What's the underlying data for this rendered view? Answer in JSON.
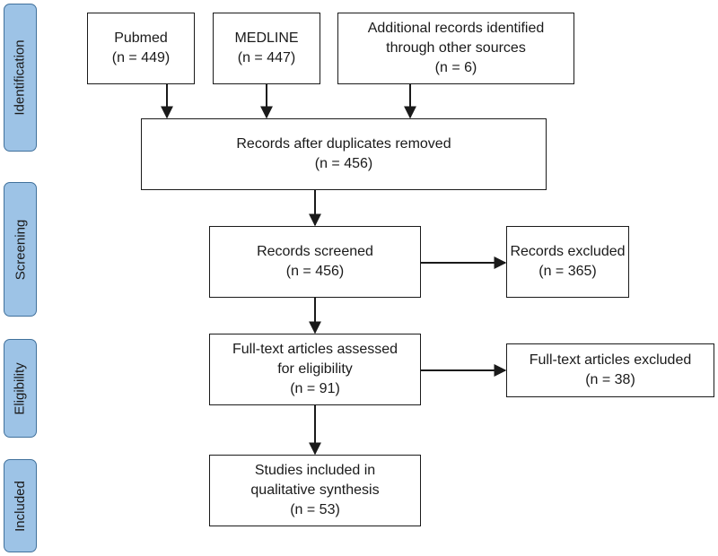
{
  "phases": {
    "identification": "Identification",
    "screening": "Screening",
    "eligibility": "Eligibility",
    "included": "Included"
  },
  "boxes": {
    "pubmed": {
      "title": "Pubmed",
      "count": "(n = 449)"
    },
    "medline": {
      "title": "MEDLINE",
      "count": "(n = 447)"
    },
    "other_sources": {
      "line1": "Additional records identified",
      "line2": "through other sources",
      "count": "(n = 6)"
    },
    "duplicates_removed": {
      "title": "Records after duplicates removed",
      "count": "(n = 456)"
    },
    "screened": {
      "title": "Records screened",
      "count": "(n = 456)"
    },
    "excluded": {
      "title": "Records excluded",
      "count": "(n = 365)"
    },
    "fulltext_assessed": {
      "line1": "Full-text articles assessed",
      "line2": "for eligibility",
      "count": "(n = 91)"
    },
    "fulltext_excluded": {
      "title": "Full-text articles excluded",
      "count": "(n = 38)"
    },
    "included": {
      "line1": "Studies included in",
      "line2": "qualitative synthesis",
      "count": "(n = 53)"
    }
  },
  "colors": {
    "phase_fill": "#9dc3e6",
    "phase_border": "#41719c",
    "box_border": "#1a1a1a"
  }
}
